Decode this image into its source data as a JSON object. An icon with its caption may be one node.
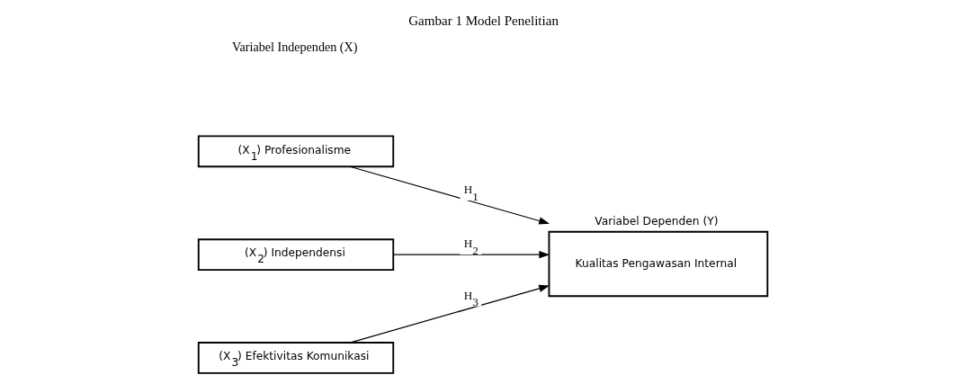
{
  "diagram": {
    "title": "Gambar 1 Model Penelitian",
    "nodes": [
      {
        "text": [
          "(X$_{1}$) Profesionalisme"
        ]
      },
      {
        "text": [
          "(X$_{2}$) Independensi"
        ]
      },
      {
        "text": [
          "(X$_{3}$) Efektivitas Komunikasi"
        ]
      },
      {
        "text": [
          "Variabel Dependen (Y)",
          "Kualitas Pengawasan Internal"
        ]
      }
    ],
    "edges": [
      {
        "from": 0,
        "to": 3,
        "arrow": "to",
        "label": "H$_{1}$"
      },
      {
        "from": 1,
        "to": 3,
        "arrow": "to",
        "label": "H$_{2}$"
      },
      {
        "from": 2,
        "to": 3,
        "arrow": "to",
        "label": "H$_{3}$"
      }
    ],
    "labels": [
      "Variabel Independen (X)"
    ]
  }
}
